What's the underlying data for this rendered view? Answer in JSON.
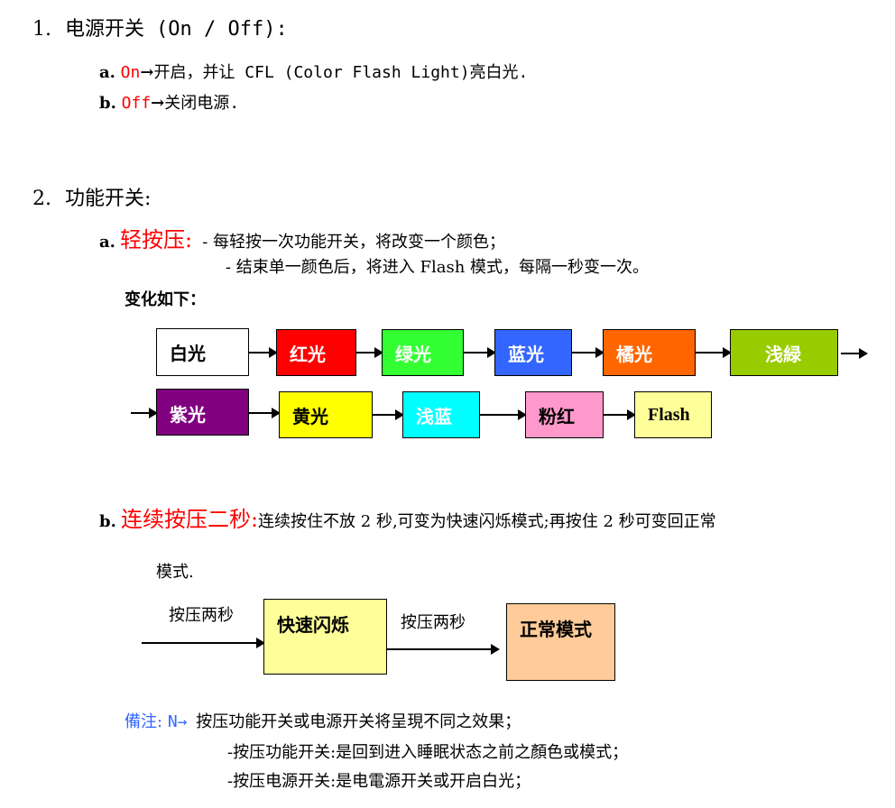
{
  "section1": {
    "number": "1.",
    "title": "电源开关",
    "paren": "(On / Off):",
    "a_label": "a.",
    "a_key": "On",
    "a_arrow": "→",
    "a_text": "开启，并让 CFL (Color Flash Light)亮白光.",
    "b_label": "b.",
    "b_key": "Off",
    "b_arrow": "→",
    "b_text": "关闭电源."
  },
  "section2": {
    "number": "2.",
    "title": "功能开关:",
    "a_label": "a.",
    "a_title": "轻按压:",
    "a_line1": "- 每轻按一次功能开关，将改变一个颜色；",
    "a_line2": "- 结束单一颜色后，将进入 Flash 模式，每隔一秒变一次。",
    "sequence_heading": "变化如下：",
    "b_label": "b.",
    "b_title": "连续按压二秒:",
    "b_text": "连续按住不放 2 秒,可变为快速闪烁模式;再按住 2 秒可变回正常",
    "b_text2": "模式.",
    "flow_label1": "按压两秒",
    "flow_box1": "快速闪烁",
    "flow_label2": "按压两秒",
    "flow_box2": "正常模式"
  },
  "colors_row1": [
    {
      "label": "白光",
      "bg": "#ffffff",
      "fg": "#000000"
    },
    {
      "label": "红光",
      "bg": "#ff0000",
      "fg": "#ffffff"
    },
    {
      "label": "绿光",
      "bg": "#33ff33",
      "fg": "#ffffff"
    },
    {
      "label": "蓝光",
      "bg": "#3366ff",
      "fg": "#ffffff"
    },
    {
      "label": "橘光",
      "bg": "#ff6600",
      "fg": "#ffffff"
    },
    {
      "label": "浅緑",
      "bg": "#99cc00",
      "fg": "#ffffff"
    }
  ],
  "colors_row2": [
    {
      "label": "紫光",
      "bg": "#800080",
      "fg": "#ffffff"
    },
    {
      "label": "黄光",
      "bg": "#ffff00",
      "fg": "#000000"
    },
    {
      "label": "浅蓝",
      "bg": "#00ffff",
      "fg": "#ffffff"
    },
    {
      "label": "粉红",
      "bg": "#ff99cc",
      "fg": "#000000"
    },
    {
      "label": "Flash",
      "bg": "#ffff99",
      "fg": "#000000"
    }
  ],
  "note": {
    "label": "備注:",
    "key": "N→",
    "line1": "按压功能开关或电源开关将呈現不同之效果；",
    "line2": "-按压功能开关:是回到进入睡眠状态之前之顏色或模式；",
    "line3": "-按压电源开关:是电電源开关或开启白光；"
  }
}
